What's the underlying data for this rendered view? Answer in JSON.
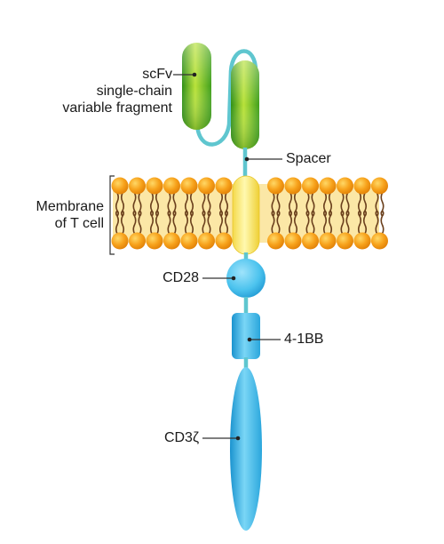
{
  "labels": {
    "scfv_line1": "scFv",
    "scfv_line2": "single-chain",
    "scfv_line3": "variable fragment",
    "spacer": "Spacer",
    "membrane_line1": "Membrane",
    "membrane_line2": "of T cell",
    "cd28": "CD28",
    "four_1bb": "4-1BB",
    "cd3z": "CD3ζ"
  },
  "colors": {
    "scfv_green_light": "#b9e23a",
    "scfv_green_dark": "#2f8f16",
    "linker": "#5fc6cf",
    "lipid_head": "#f7a21b",
    "lipid_head_dark": "#e07f06",
    "membrane_fill": "#fbe7a6",
    "lipid_tail": "#6a3f1c",
    "transmembrane": "#fff27a",
    "domain_blue": "#4cc3ee",
    "domain_blue_dark": "#1a93cf",
    "text": "#1a1a1a"
  }
}
